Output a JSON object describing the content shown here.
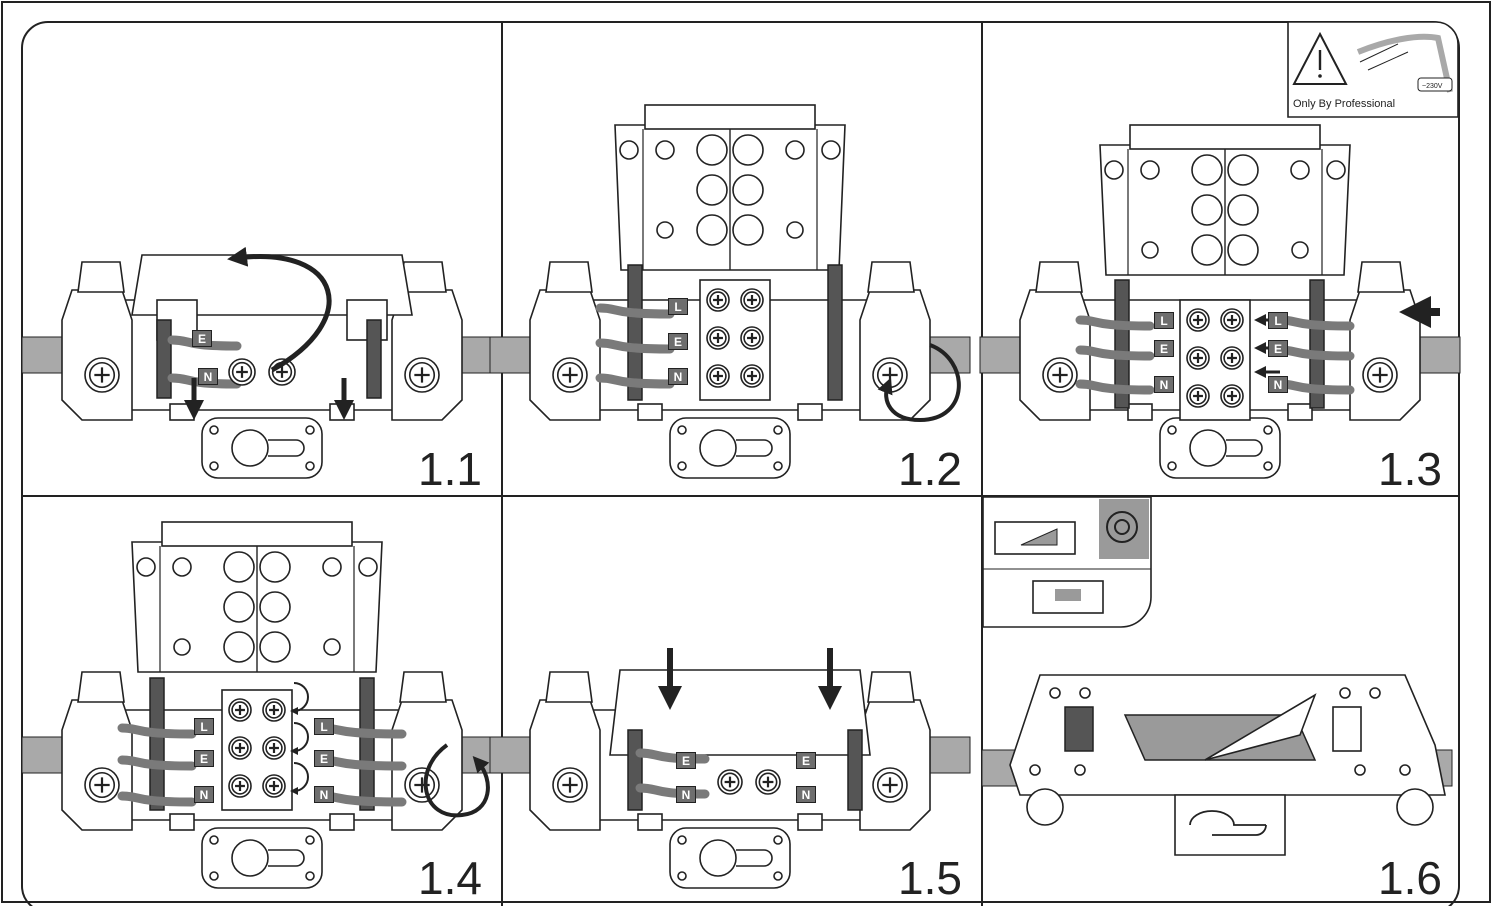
{
  "steps": [
    {
      "number": "1.1"
    },
    {
      "number": "1.2"
    },
    {
      "number": "1.3"
    },
    {
      "number": "1.4"
    },
    {
      "number": "1.5"
    },
    {
      "number": "1.6"
    }
  ],
  "warning": {
    "text": "Only By Professional",
    "voltage": "~230V"
  },
  "terminals": {
    "live": "L",
    "earth": "E",
    "neutral": "N"
  },
  "colors": {
    "outline": "#222222",
    "cable": "#a9a9a9",
    "gasket": "#555555",
    "wire": "#7a7a7a",
    "tape": "#9a9a9a"
  }
}
